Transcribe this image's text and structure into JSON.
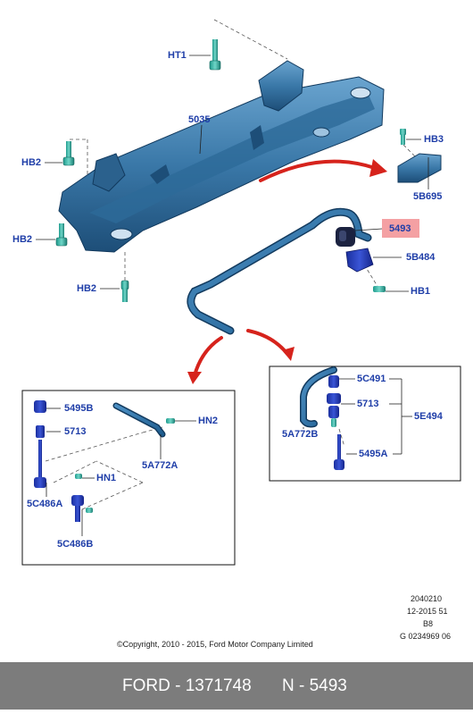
{
  "labels": {
    "ht1": "HT1",
    "p5035": "5035",
    "hb2_a": "HB2",
    "hb2_b": "HB2",
    "hb2_c": "HB2",
    "hb3": "HB3",
    "p5b695": "5B695",
    "p5493": "5493",
    "p5b484": "5B484",
    "hb1": "HB1",
    "l_5495b": "5495B",
    "l_5713": "5713",
    "l_hn1": "HN1",
    "l_5c486a": "5C486A",
    "l_5c486b": "5C486B",
    "l_hn2": "HN2",
    "l_5a772a": "5A772A",
    "r_5c491": "5C491",
    "r_5713": "5713",
    "r_5e494": "5E494",
    "r_5a772b": "5A772B",
    "r_5495a": "5495A"
  },
  "highlighted_part": "5493",
  "meta": {
    "code1": "2040210",
    "code2": "12-2015 51",
    "code3": "B8",
    "code4": "G 0234969 06",
    "copyright": "©Copyright, 2010 - 2015, Ford Motor Company Limited"
  },
  "footer": {
    "brand_part": "FORD - 1371748",
    "ref": "N - 5493"
  },
  "colors": {
    "part_fill": "#3a78a8",
    "part_dark": "#1d4e78",
    "label": "#1f3ea8",
    "highlight": "#f4a0a3",
    "arrow": "#d6231c",
    "footer_bg": "#7c7c7c"
  }
}
